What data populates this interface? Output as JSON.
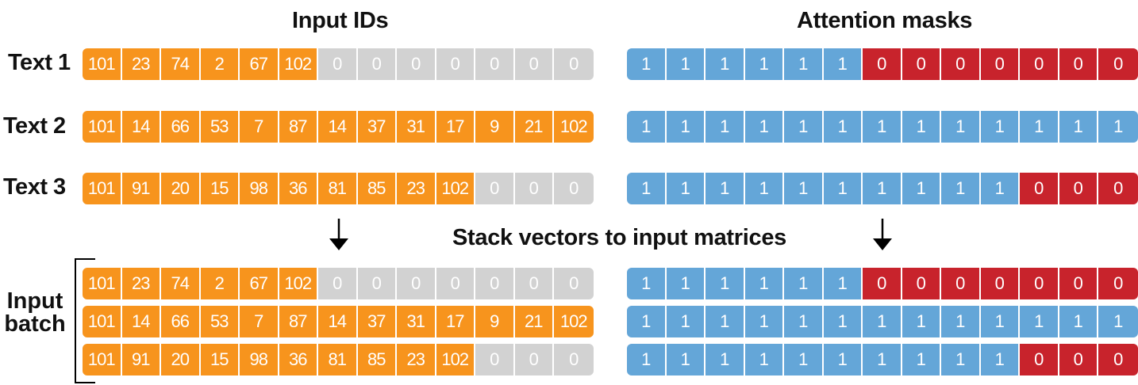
{
  "headings": {
    "input_ids": "Input IDs",
    "attention_masks": "Attention masks",
    "stack_caption": "Stack vectors to input matrices"
  },
  "row_labels": [
    "Text 1",
    "Text 2",
    "Text 3"
  ],
  "batch_label": [
    "Input",
    "batch"
  ],
  "texts": [
    {
      "ids": [
        "101",
        "23",
        "74",
        "2",
        "67",
        "102",
        "0",
        "0",
        "0",
        "0",
        "0",
        "0",
        "0"
      ],
      "mask": [
        "1",
        "1",
        "1",
        "1",
        "1",
        "1",
        "0",
        "0",
        "0",
        "0",
        "0",
        "0",
        "0"
      ]
    },
    {
      "ids": [
        "101",
        "14",
        "66",
        "53",
        "7",
        "87",
        "14",
        "37",
        "31",
        "17",
        "9",
        "21",
        "102"
      ],
      "mask": [
        "1",
        "1",
        "1",
        "1",
        "1",
        "1",
        "1",
        "1",
        "1",
        "1",
        "1",
        "1",
        "1"
      ]
    },
    {
      "ids": [
        "101",
        "91",
        "20",
        "15",
        "98",
        "36",
        "81",
        "85",
        "23",
        "102",
        "0",
        "0",
        "0"
      ],
      "mask": [
        "1",
        "1",
        "1",
        "1",
        "1",
        "1",
        "1",
        "1",
        "1",
        "1",
        "0",
        "0",
        "0"
      ]
    }
  ],
  "colors": {
    "token": "#f7941d",
    "padding": "#d2d2d2",
    "attend": "#64a6d8",
    "masked": "#c8232c"
  }
}
